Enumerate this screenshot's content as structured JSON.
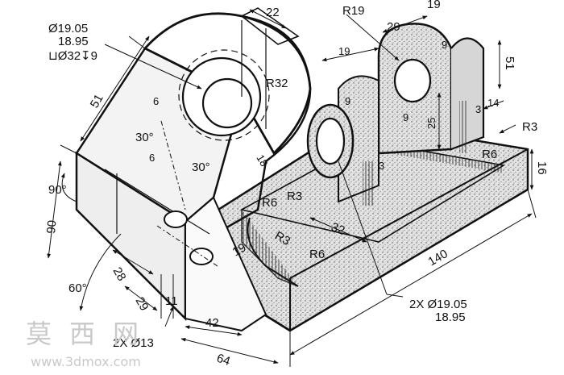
{
  "drawing": {
    "callout_bore": {
      "line1": "Ø19.05",
      "line2": "18.95",
      "line3": "⊔Ø32↧9"
    },
    "callout_holes": {
      "line1": "2X Ø19.05",
      "line2": "18.95"
    },
    "callout_small_holes": "2X Ø13",
    "dims": {
      "d22": "22",
      "dR19": "R19",
      "d29": "29",
      "d19_top": "19",
      "d51_left": "51",
      "d51_right": "51",
      "dR32": "R32",
      "d6a": "6",
      "d6b": "6",
      "d30a": "30°",
      "d30b": "30°",
      "d18": "18",
      "d19_mid": "19",
      "d9a": "9",
      "d9b": "9",
      "d9c": "9",
      "d25": "25",
      "d3a": "3",
      "d14": "14",
      "dR3a": "R3",
      "dR6a": "R6",
      "dR6b": "R6",
      "dR3b": "R3",
      "d3b": "3",
      "d16": "16",
      "d90deg": "90°",
      "d90": "90",
      "d32": "32",
      "dR3c": "R3",
      "d19_low": "19",
      "dR6c": "R6",
      "d140": "140",
      "d60": "60°",
      "d28": "28",
      "d29b": "29",
      "d11": "11",
      "d42": "42",
      "d64": "64"
    }
  },
  "watermark": {
    "chars": [
      "莫",
      "西",
      "网"
    ],
    "url": "www.3dmox.com"
  }
}
